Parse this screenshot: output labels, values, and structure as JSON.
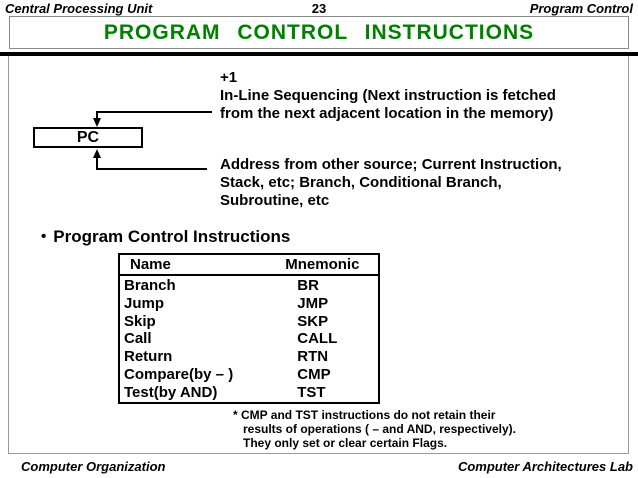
{
  "header": {
    "left": "Central Processing Unit",
    "page_number": "23",
    "right": "Program Control"
  },
  "title": "PROGRAM CONTROL INSTRUCTIONS",
  "diagram": {
    "pc_box_label": "PC",
    "plus_one_label": "+1",
    "inline_sequencing": {
      "line1": "In-Line Sequencing (Next instruction is fetched",
      "line2": "from the next adjacent location in the memory)"
    },
    "address_source": {
      "line1": "Address from other source; Current Instruction,",
      "line2": "Stack, etc; Branch, Conditional Branch,",
      "line3": "Subroutine, etc"
    }
  },
  "bullet": {
    "marker": "•",
    "label": "Program Control Instructions"
  },
  "instruction_table": {
    "headers": [
      "Name",
      "Mnemonic"
    ],
    "rows": [
      {
        "name": "Branch",
        "mnemonic": "BR"
      },
      {
        "name": "Jump",
        "mnemonic": "JMP"
      },
      {
        "name": "Skip",
        "mnemonic": "SKP"
      },
      {
        "name": "Call",
        "mnemonic": "CALL"
      },
      {
        "name": "Return",
        "mnemonic": "RTN"
      },
      {
        "name": "Compare(by – )",
        "mnemonic": "CMP"
      },
      {
        "name": "Test(by AND)",
        "mnemonic": "TST"
      }
    ]
  },
  "footnote": {
    "line1": "* CMP and TST instructions do not retain their",
    "line2": "results of operations ( – and AND, respectively).",
    "line3": "They only set or clear certain Flags."
  },
  "footer": {
    "left": "Computer Organization",
    "right": "Computer Architectures Lab"
  },
  "colors": {
    "title_green": "#008000",
    "frame_border_gray": "#9a9a9a"
  }
}
